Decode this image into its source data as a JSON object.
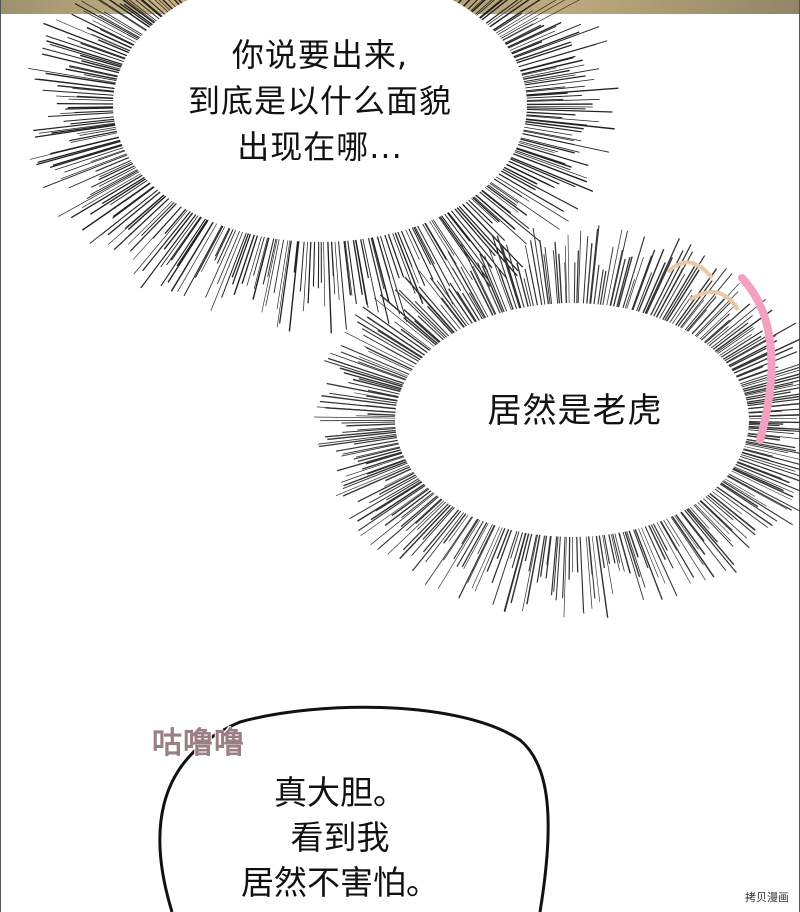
{
  "bubbles": {
    "bubble1": {
      "text": "你说要出来,\n到底是以什么面貌\n出现在哪..."
    },
    "bubble2": {
      "text": "居然是老虎"
    },
    "bubble3": {
      "text": "真大胆。\n看到我\n居然不害怕。"
    }
  },
  "sfx": {
    "gurgle": "咕噜噜"
  },
  "watermark": "拷贝漫画",
  "colors": {
    "sfx_pink": "#9a7f84",
    "accent_pink": "#f2a2c0",
    "line": "#111111"
  }
}
